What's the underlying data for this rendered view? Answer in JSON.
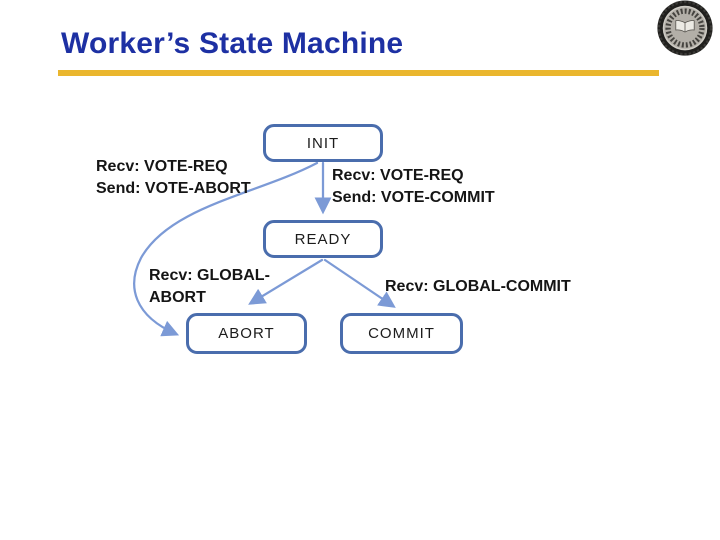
{
  "title": "Worker’s State Machine",
  "colors": {
    "title_text": "#1D30A3",
    "rule": "#EAB62E",
    "box_border": "#4A6DAD",
    "arrow": "#7C9AD6",
    "label_text": "#151515"
  },
  "logo": {
    "name": "university-seal"
  },
  "diagram": {
    "states": [
      {
        "id": "INIT",
        "label": "INIT"
      },
      {
        "id": "READY",
        "label": "READY"
      },
      {
        "id": "ABORT",
        "label": "ABORT"
      },
      {
        "id": "COMMIT",
        "label": "COMMIT"
      }
    ],
    "transitions": [
      {
        "from": "INIT",
        "to": "ABORT",
        "lines": [
          "Recv: VOTE-REQ",
          "Send: VOTE-ABORT"
        ]
      },
      {
        "from": "INIT",
        "to": "READY",
        "lines": [
          "Recv: VOTE-REQ",
          "Send: VOTE-COMMIT"
        ]
      },
      {
        "from": "READY",
        "to": "ABORT",
        "lines": [
          "Recv: GLOBAL-",
          "ABORT"
        ]
      },
      {
        "from": "READY",
        "to": "COMMIT",
        "lines": [
          "Recv: GLOBAL-COMMIT"
        ]
      }
    ]
  }
}
